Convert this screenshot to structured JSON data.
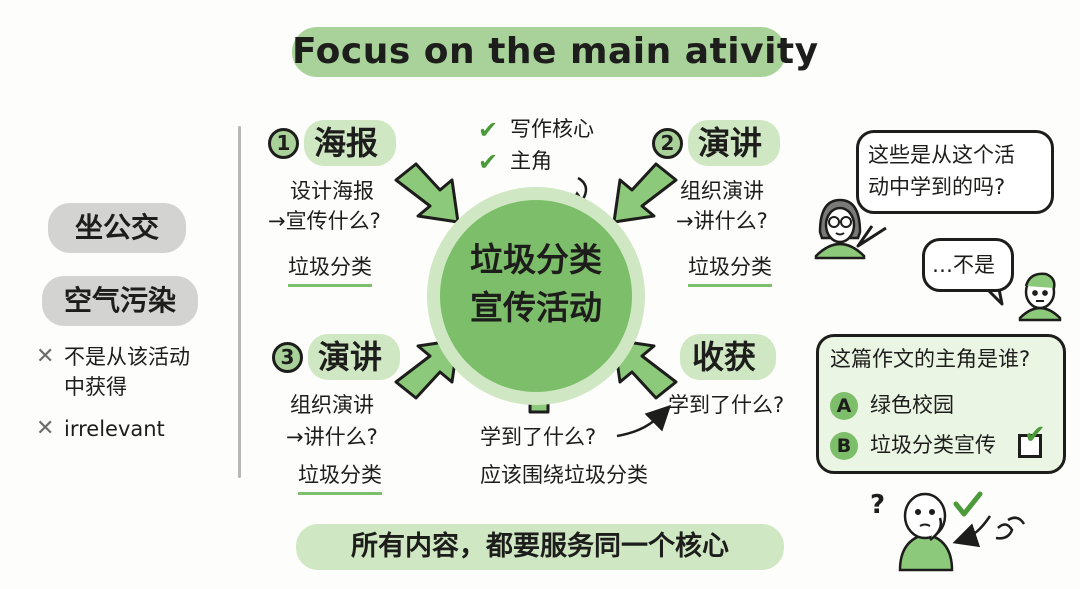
{
  "title": "Focus on the main ativity",
  "left": {
    "pill_1": "坐公交",
    "pill_2": "空气污染",
    "note_1_line1": "不是从该活动",
    "note_1_line2": "中获得",
    "note_2": "irrelevant",
    "x_icon": "✕"
  },
  "center": {
    "line1": "垃圾分类",
    "line2": "宣传活动",
    "check_1": "写作核心",
    "check_2": "主角",
    "check_icon": "✔"
  },
  "sections": {
    "s1": {
      "num": "1",
      "head": "海报",
      "line1": "设计海报",
      "line2": "→宣传什么?",
      "answer": "垃圾分类"
    },
    "s2": {
      "num": "2",
      "head": "演讲",
      "line1": "组织演讲",
      "line2": "→讲什么?",
      "answer": "垃圾分类"
    },
    "s3": {
      "num": "3",
      "head": "演讲",
      "line1": "组织演讲",
      "line2": "→讲什么?",
      "answer": "垃圾分类"
    },
    "s4": {
      "head": "收获",
      "line1": "学到了什么?"
    }
  },
  "bottom_center": {
    "line1": "学到了什么?",
    "line2": "应该围绕垃圾分类"
  },
  "dialog": {
    "bubble_1_line1": "这些是从这个活",
    "bubble_1_line2": "动中学到的吗?",
    "bubble_2": "…不是"
  },
  "quiz": {
    "question": "这篇作文的主角是谁?",
    "option_a_letter": "A",
    "option_a": "绿色校园",
    "option_b_letter": "B",
    "option_b": "垃圾分类宣传",
    "question_mark": "?"
  },
  "footer": "所有内容，都要服务同一个核心",
  "colors": {
    "accent_green": "#7dbe6a",
    "light_green": "#cfe8c3",
    "title_green": "#a9d29a",
    "gray_pill": "#d3d3d1"
  }
}
